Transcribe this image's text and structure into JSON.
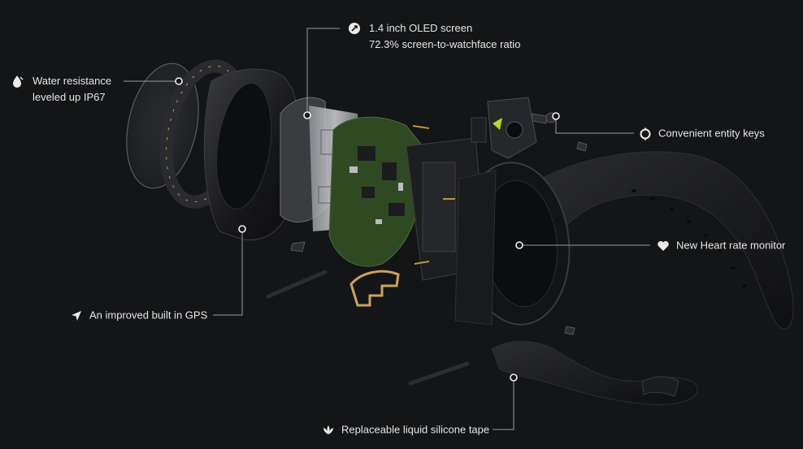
{
  "image": {
    "subject": "Exploded view of a smartwatch showing internal components",
    "background_color": "#141517"
  },
  "callouts": [
    {
      "id": "screen",
      "icon": "screen-icon",
      "lines": [
        "1.4 inch OLED screen",
        "72.3% screen-to-watchface ratio"
      ]
    },
    {
      "id": "water",
      "icon": "water-drop-icon",
      "lines": [
        "Water resistance",
        "leveled up IP67"
      ]
    },
    {
      "id": "keys",
      "icon": "button-ring-icon",
      "lines": [
        "Convenient entity keys"
      ]
    },
    {
      "id": "heart",
      "icon": "heart-icon",
      "lines": [
        "New Heart rate monitor"
      ]
    },
    {
      "id": "gps",
      "icon": "navigation-arrow-icon",
      "lines": [
        "An improved built in GPS"
      ]
    },
    {
      "id": "strap",
      "icon": "leaf-icon",
      "lines": [
        "Replaceable liquid silicone tape"
      ]
    }
  ],
  "colors": {
    "callout_line": "#9a9a9a",
    "accent_green": "#b5d92a",
    "pcb_green": "#2f4a22",
    "bezel_gold": "#b8a34a"
  }
}
